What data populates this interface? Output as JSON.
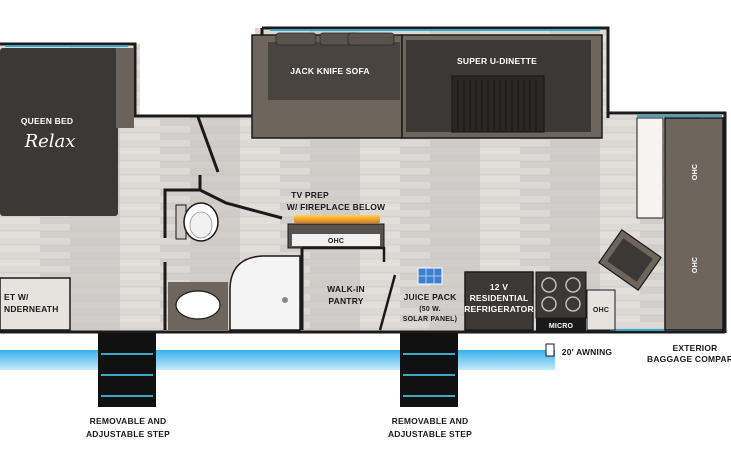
{
  "floorplan": {
    "rooms": {
      "bed_line1": "QUEEN BED",
      "bed_logo": "Relax",
      "sofa": "JACK KNIFE SOFA",
      "dinette": "SUPER U-DINETTE",
      "tv_line1": "TV PREP",
      "tv_line2": "W/ FIREPLACE BELOW",
      "ohc": "OHC",
      "pantry_line1": "WALK-IN",
      "pantry_line2": "PANTRY",
      "juice_line1": "JUICE PACK",
      "juice_line2": "(50 W.",
      "juice_line3": "SOLAR PANEL)",
      "fridge_line1": "12 V",
      "fridge_line2": "RESIDENTIAL",
      "fridge_line3": "REFRIGERATOR",
      "micro": "MICRO",
      "closet_line1": "ET W/",
      "closet_line2": "NDERNEATH"
    },
    "exterior": {
      "step": [
        "REMOVABLE AND",
        "ADJUSTABLE STEP"
      ],
      "awning": "20' AWNING",
      "baggage_line1": "EXTERIOR",
      "baggage_line2": "BAGGAGE COMPARTME"
    }
  },
  "colors": {
    "floor": "#d9d6d2",
    "wall": "#1a1a1a",
    "cabinet": "#5a524c",
    "dark_furniture": "#3b3836",
    "accent_teal": "#3aa7c4",
    "underglow_blue": "#35b9ea",
    "fireplace_glow": "#f0a020",
    "solar_blue": "#3d7fd0"
  }
}
